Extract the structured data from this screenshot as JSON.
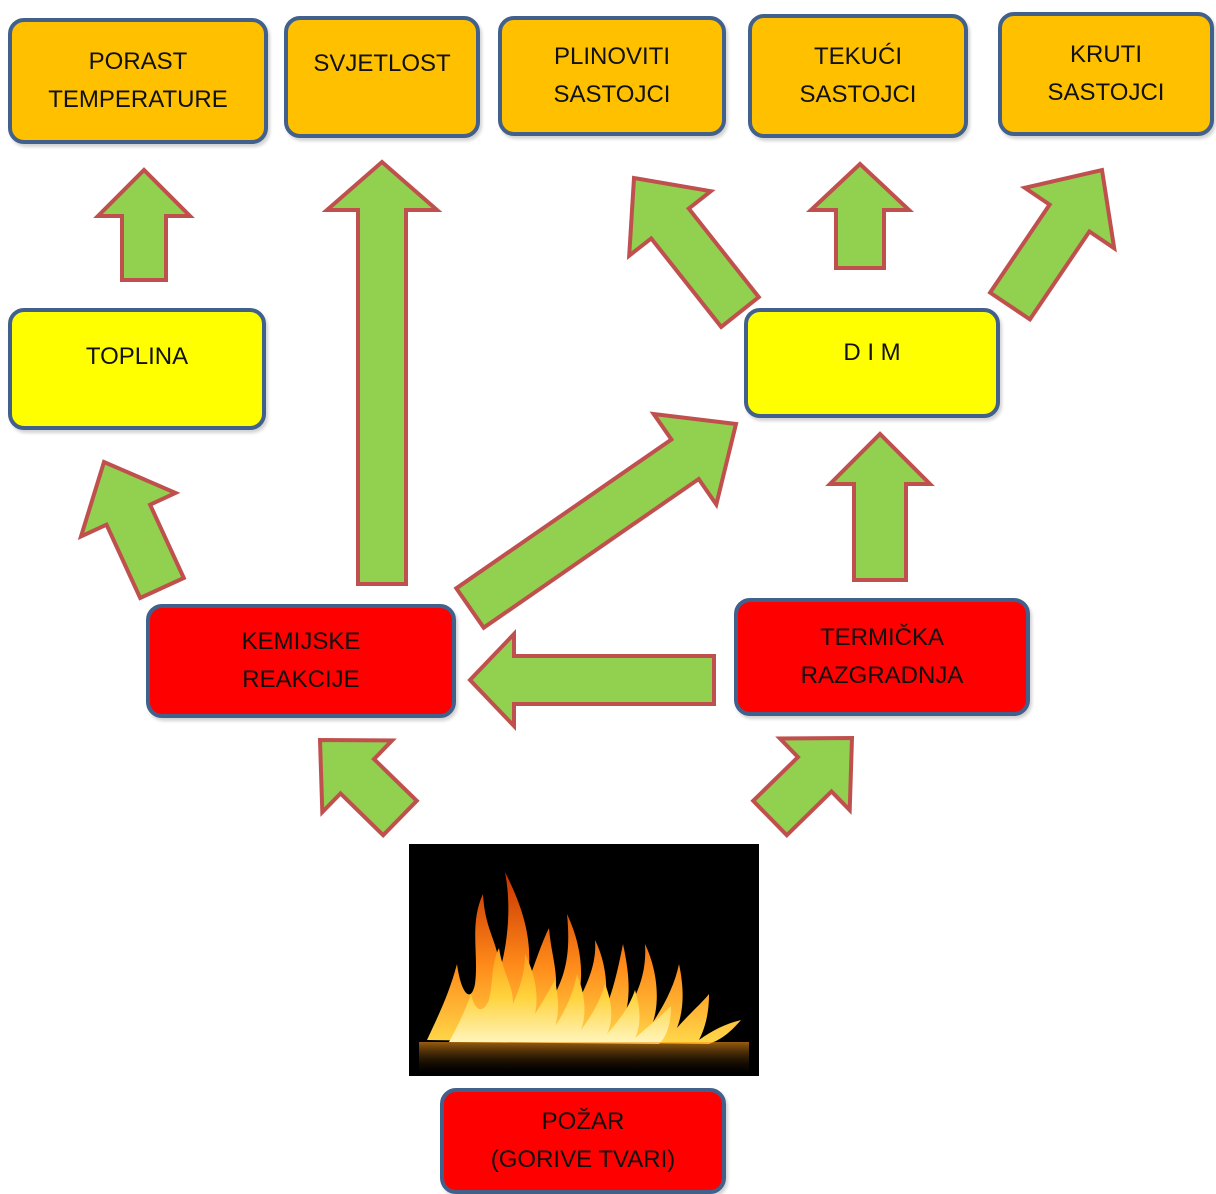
{
  "colors": {
    "box_top": "#ffc000",
    "box_mid": "#ffff00",
    "box_source": "#ff0000",
    "box_border": "#41618c",
    "arrow_fill": "#92d050",
    "arrow_stroke": "#c0504d"
  },
  "top_boxes": {
    "temperature": "PORAST\nTEMPERATURE",
    "light": "SVJETLOST",
    "gases": "PLINOVITI\nSASTOJCI",
    "liquids": "TEKUĆI\nSASTOJCI",
    "solids": "KRUTI\nSASTOJCI"
  },
  "middle_boxes": {
    "heat": "TOPLINA",
    "smoke": "D I M"
  },
  "process_boxes": {
    "chemical": "KEMIJSKE\nREAKCIJE",
    "thermal": "TERMIČKA\nRAZGRADNJA"
  },
  "source": {
    "image_icon": "fire-image",
    "label": "POŽAR\n(GORIVE TVARI)"
  }
}
